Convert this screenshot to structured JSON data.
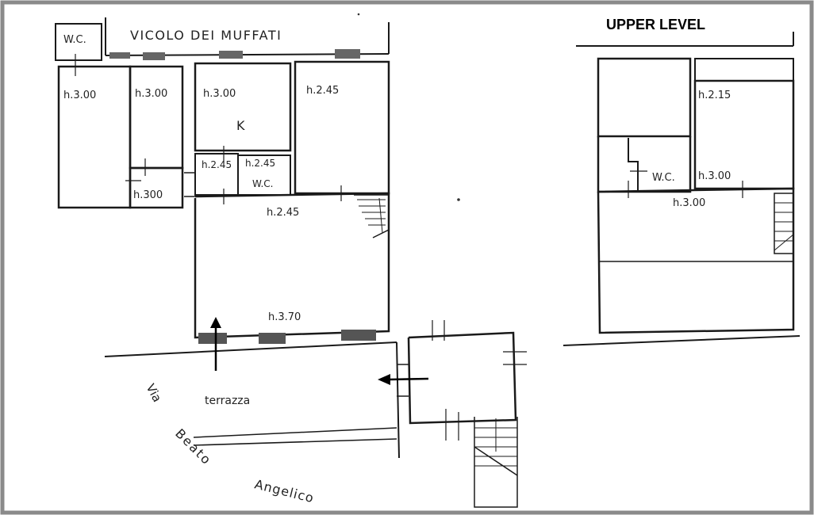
{
  "labels": {
    "upper_level": "UPPER LEVEL",
    "street_top": "VICOLO DEI MUFFATI",
    "street_via": "Via",
    "street_beato": "Beato",
    "street_angelico": "Angelico",
    "terrace": "terrazza",
    "wc_top_left": "W.C.",
    "wc_ground": "W.C.",
    "wc_upper": "W.C.",
    "kitchen": "K"
  },
  "heights": {
    "room_1": "h.3.00",
    "room_2": "h.3.00",
    "room_3": "h.3.00",
    "room_4": "h.2.45",
    "room_5": "h.300",
    "room_6": "h.2.45",
    "room_7": "h.2.45",
    "hall": "h.2.45",
    "living": "h.3.70",
    "upper_1": "h.2.15",
    "upper_2": "h.3.00",
    "upper_3": "h.3.00"
  },
  "colors": {
    "frame": "#8a8a8a",
    "ink": "#1a1a1a",
    "background": "#ffffff"
  }
}
